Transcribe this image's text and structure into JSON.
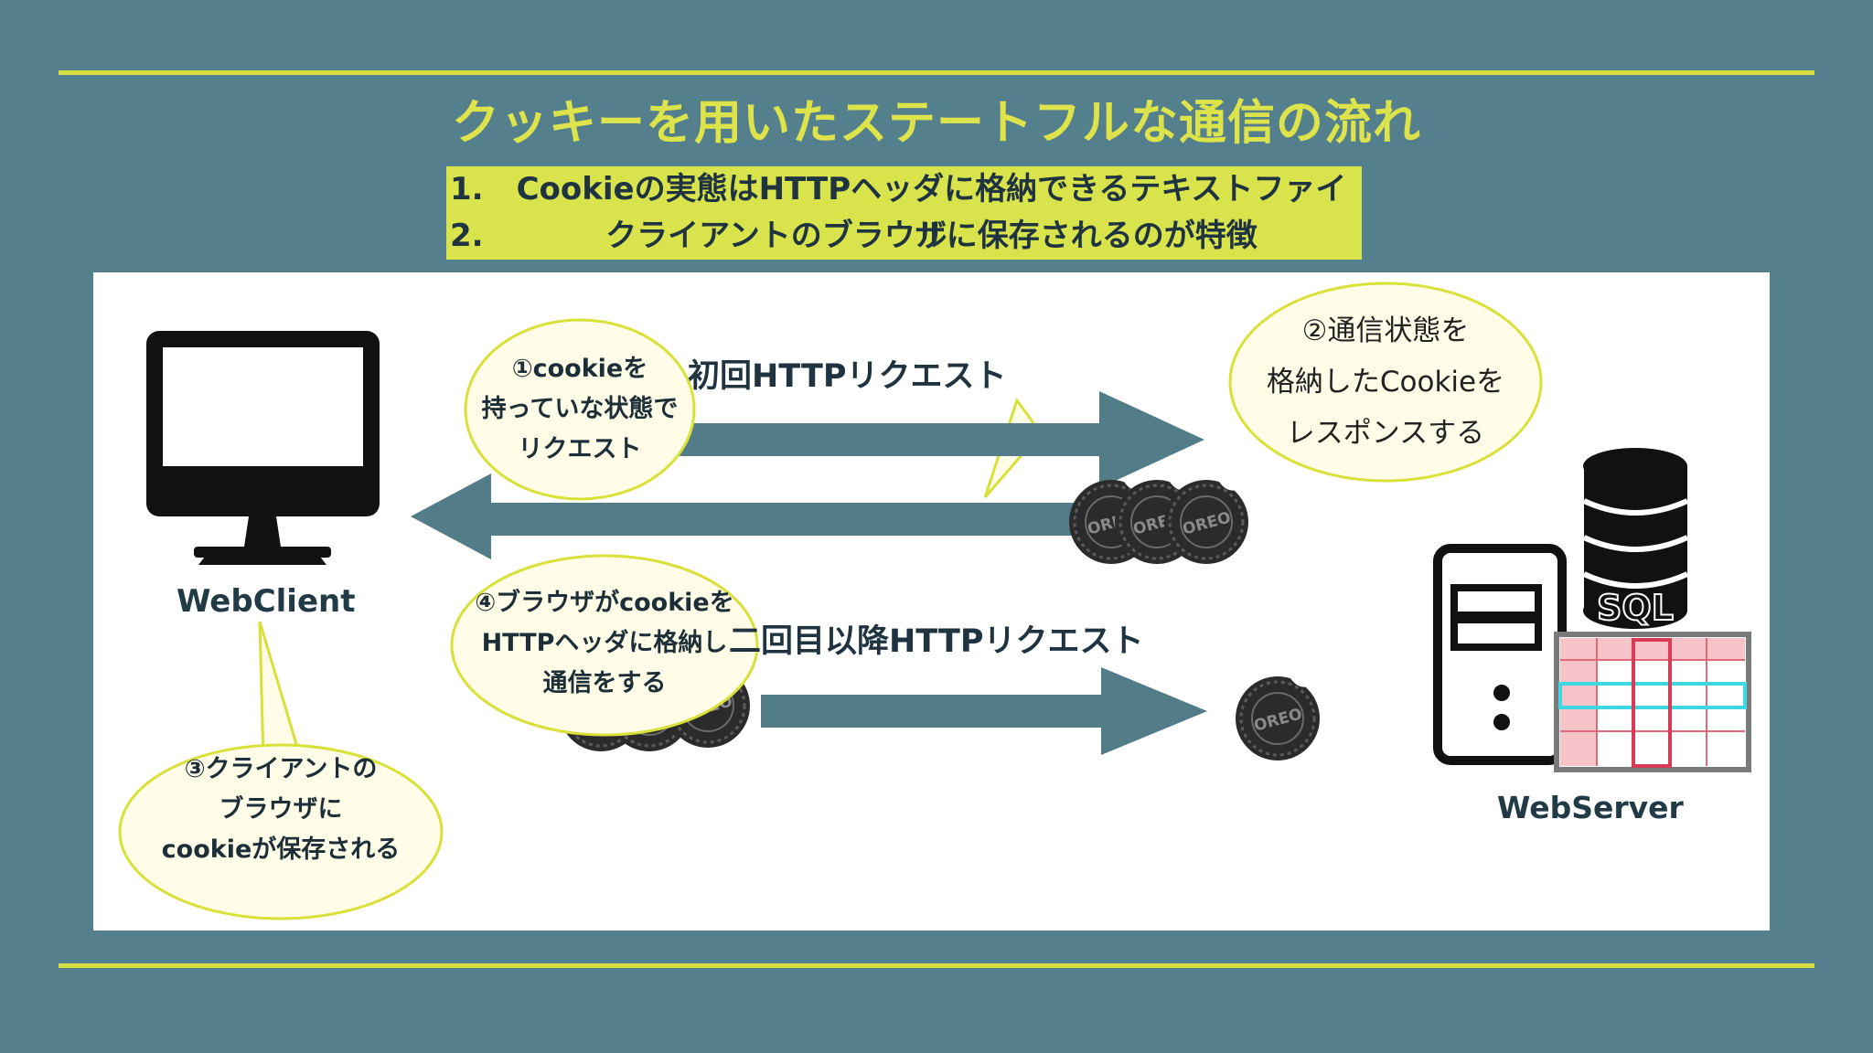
{
  "title": "クッキーを用いたステートフルな通信の流れ",
  "points": [
    {
      "num": "1.",
      "text": "Cookieの実態はHTTPヘッダに格納できるテキストファイル"
    },
    {
      "num": "2.",
      "text": "クライアントのブラウザに保存されるのが特徴"
    }
  ],
  "diagram": {
    "client_label": "WebClient",
    "server_label": "WebServer",
    "sql_label": "SQL",
    "cookie_brand": "OREO",
    "arrow_first": "初回HTTPリクエスト",
    "arrow_second": "二回目以降HTTPリクエスト",
    "bubble1": [
      "①cookieを",
      "持っていな状態で",
      "リクエスト"
    ],
    "bubble2": [
      "②通信状態を",
      "格納したCookieを",
      "レスポンスする"
    ],
    "bubble3": [
      "③クライアントの",
      "ブラウザに",
      "cookieが保存される"
    ],
    "bubble4": [
      "④ブラウザがcookieを",
      "HTTPヘッダに格納し",
      "通信をする"
    ]
  },
  "colors": {
    "background": "#547f8c",
    "accent": "#d6df3f",
    "arrow": "#527c87",
    "panel": "#ffffff"
  }
}
